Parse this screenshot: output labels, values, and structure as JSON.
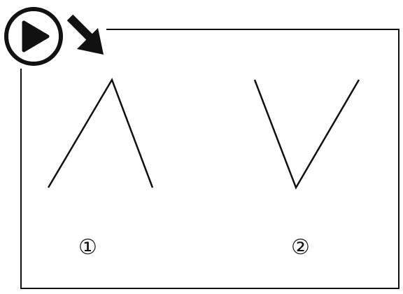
{
  "diagram": {
    "figures": [
      {
        "shape": "inverted-v",
        "label": "①"
      },
      {
        "shape": "v",
        "label": "②"
      }
    ],
    "start_marker": {
      "icon": "play-icon",
      "pointer": "arrow-down-right-icon"
    },
    "colors": {
      "stroke": "#111111",
      "background": "#ffffff"
    }
  }
}
